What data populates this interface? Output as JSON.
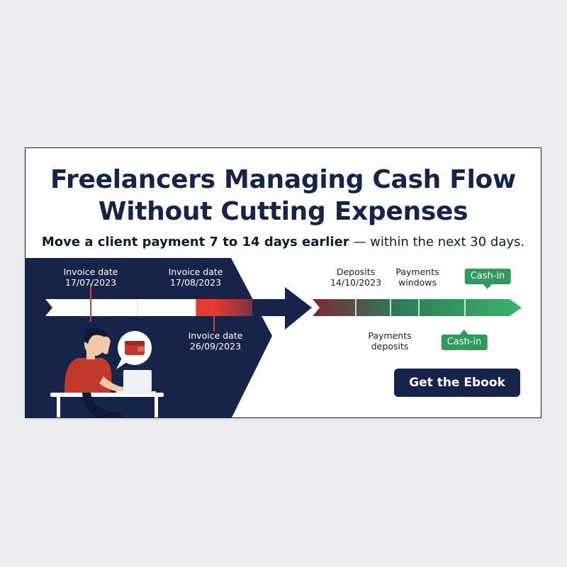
{
  "banner": {
    "title_line1": "Freelancers Managing Cash Flow",
    "title_line2": "Without Cutting Expenses",
    "subtitle_strong": "Move a client payment 7 to 14 days earlier",
    "subtitle_rest": " — within the next 30 days.",
    "cta_label": "Get the Ebook"
  },
  "timeline": {
    "invoice_1": {
      "label": "Invoice date",
      "date": "17/07/2023"
    },
    "invoice_2": {
      "label": "Invoice date",
      "date": "17/08/2023"
    },
    "invoice_3": {
      "label": "Invoice date",
      "date": "26/09/2023"
    },
    "deposits": {
      "label": "Deposits",
      "date": "14/10/2023"
    },
    "payments_windows": {
      "line1": "Payments",
      "line2": "windows"
    },
    "payments_deposits": {
      "line1": "Payments",
      "line2": "deposits"
    },
    "cash_in_top": "Cash-in",
    "cash_in_bottom": "Cash-in"
  },
  "colors": {
    "navy": "#16244a",
    "red": "#d63a32",
    "green": "#2f9a5e",
    "shirt": "#c0392b"
  },
  "icons": [
    "wallet-icon",
    "laptop-icon"
  ]
}
